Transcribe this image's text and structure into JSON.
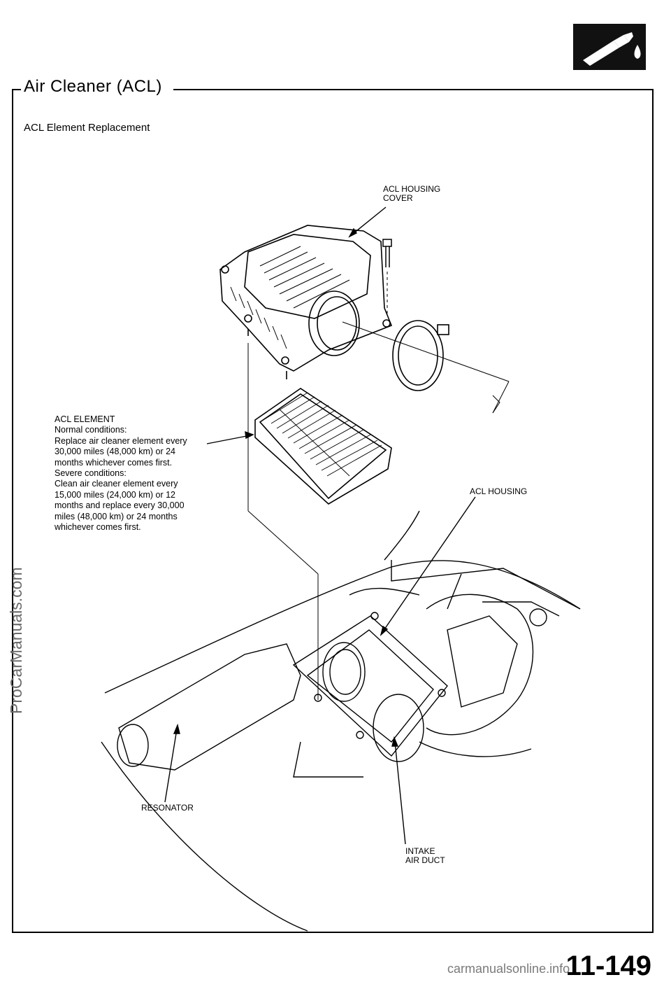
{
  "header": {
    "section_title": "Air Cleaner (ACL)",
    "subtitle": "ACL Element Replacement",
    "icon": "fuel-pump-nozzle-icon"
  },
  "callouts": {
    "housing_cover": [
      "ACL HOUSING",
      "COVER"
    ],
    "element_title": "ACL ELEMENT",
    "element_lines": [
      "Normal conditions:",
      "Replace air cleaner element every",
      "30,000 miles (48,000 km) or 24",
      "months whichever comes first.",
      "Severe conditions:",
      "Clean air cleaner element every",
      "15,000 miles (24,000 km) or 12",
      "months and replace every 30,000",
      "miles (48,000 km) or 24 months",
      "whichever comes first."
    ],
    "housing": "ACL HOUSING",
    "resonator": "RESONATOR",
    "intake_air_duct": [
      "INTAKE",
      "AIR DUCT"
    ]
  },
  "footer": {
    "page_number": "11-149",
    "side_watermark": "ProCarManuals.com",
    "bottom_watermark": "carmanualsonline.info"
  }
}
